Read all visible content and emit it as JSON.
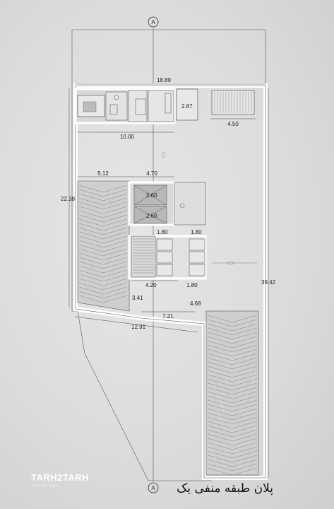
{
  "axis": {
    "grid_label_top": "A",
    "grid_label_bottom": "A"
  },
  "dimensions": {
    "overall_width": "18.89",
    "left_depth": "22.38",
    "right_depth": "39.42",
    "top_rooms_width": "10.00",
    "stair_width_top": "4.50",
    "bath_width": "2.87",
    "parking_left_width": "5.12",
    "core_width": "4.70",
    "elevator_1": "2.60",
    "elevator_2": "2.60",
    "storage_left": "1.80",
    "storage_right": "1.80",
    "lower_core_width": "4.20",
    "lower_core_right": "1.80",
    "lower_left_depth": "3.41",
    "lower_right_depth": "4.68",
    "lower_width": "7.21",
    "bottom_width": "12.91"
  },
  "title": "پلان طبقه منفی یک",
  "logo": {
    "name": "TARH2TARH",
    "tagline": "ARCHITECTURE"
  },
  "colors": {
    "wall": "#ffffff",
    "ramp": "#c9c9c7",
    "paper": "#e0e0de",
    "line": "#333333"
  }
}
